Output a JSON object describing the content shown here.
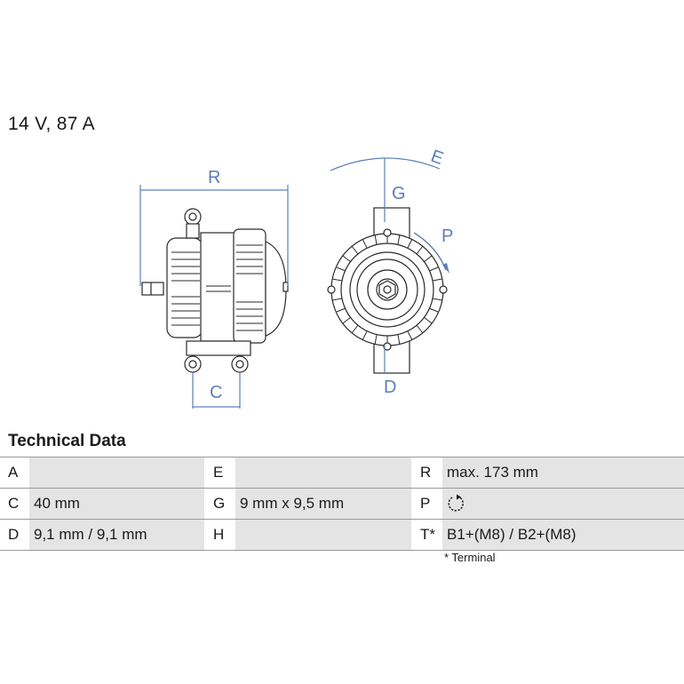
{
  "heading": "14 V, 87 A",
  "drawing": {
    "labels": {
      "r": "R",
      "c": "C",
      "e": "E",
      "g": "G",
      "p": "P",
      "d": "D"
    },
    "colors": {
      "outline": "#2a2a2a",
      "dimension": "#5b7fb8"
    }
  },
  "technical_data": {
    "title": "Technical Data",
    "rows": [
      {
        "k1": "A",
        "v1": "",
        "k2": "E",
        "v2": "",
        "k3": "R",
        "v3": "max. 173 mm"
      },
      {
        "k1": "C",
        "v1": "40 mm",
        "k2": "G",
        "v2": "9 mm x 9,5 mm",
        "k3": "P",
        "v3": "",
        "v3_icon": "clockwise-rotation-icon"
      },
      {
        "k1": "D",
        "v1": "9,1 mm / 9,1 mm",
        "k2": "H",
        "v2": "",
        "k3": "T*",
        "v3": "B1+(M8) / B2+(M8)"
      }
    ],
    "footnote": "* Terminal"
  }
}
